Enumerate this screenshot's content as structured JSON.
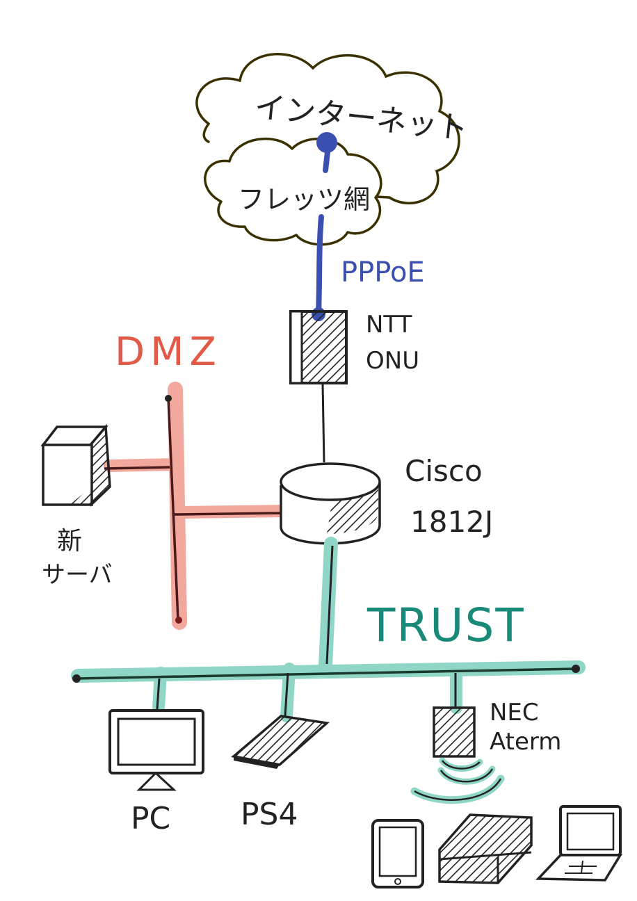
{
  "clouds": {
    "internet": "インターネット",
    "flets": "フレッツ網"
  },
  "links": {
    "pppoe": "PPPoE"
  },
  "zones": {
    "dmz": "DMZ",
    "trust": "TRUST"
  },
  "devices": {
    "onu_line1": "NTT",
    "onu_line2": "ONU",
    "router_line1": "Cisco",
    "router_line2": "1812J",
    "server_line1": "新",
    "server_line2": "サーバ",
    "ap_line1": "NEC",
    "ap_line2": "Aterm",
    "pc": "PC",
    "ps4": "PS4"
  },
  "colors": {
    "pppoe": "#3a4fb0",
    "dmz": "#e15a47",
    "dmz_highlight": "#f2a89c",
    "trust": "#1a8a78",
    "trust_highlight": "#8fd6c6",
    "ink": "#222222",
    "cloud_ink": "#3a3000"
  }
}
